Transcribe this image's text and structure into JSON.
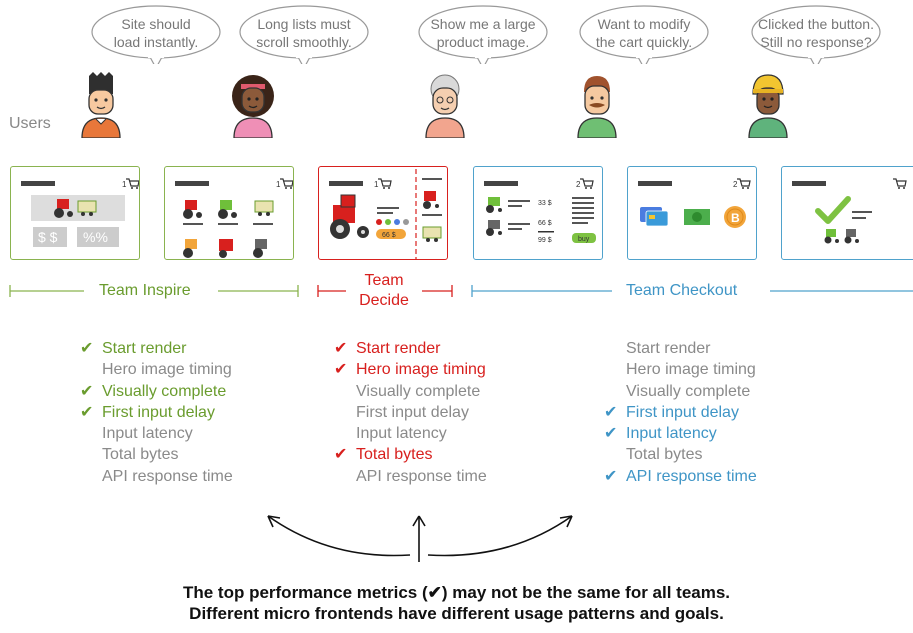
{
  "users_label": "Users",
  "bubbles": [
    {
      "line1": "Site should",
      "line2": "load instantly."
    },
    {
      "line1": "Long lists must",
      "line2": "scroll smoothly."
    },
    {
      "line1": "Show me a large",
      "line2": "product image."
    },
    {
      "line1": "Want to modify",
      "line2": "the cart quickly."
    },
    {
      "line1": "Clicked the button.",
      "line2": "Still no response?"
    }
  ],
  "avatars": [
    "user-1-avatar",
    "user-2-avatar",
    "user-3-avatar",
    "user-4-avatar",
    "user-5-avatar"
  ],
  "screens": {
    "s1": {
      "cart_count": "1",
      "dollar": "$ $",
      "percent": "%%"
    },
    "s2": {
      "cart_count": "1"
    },
    "s3": {
      "cart_count": "1",
      "price": "66 $"
    },
    "s4": {
      "cart_count": "2",
      "p1": "33 $",
      "p2": "66 $",
      "total": "99 $",
      "buy": "buy"
    },
    "s5": {
      "cart_count": "2"
    },
    "s6": {
      "cart_count": ""
    }
  },
  "teams": {
    "inspire": {
      "name": "Team Inspire",
      "color": "#6a9c2e"
    },
    "decide": {
      "line1": "Team",
      "line2": "Decide",
      "color": "#d8201e"
    },
    "checkout": {
      "name": "Team Checkout",
      "color": "#3f95c6"
    }
  },
  "metrics": {
    "inspire": [
      {
        "label": "Start render",
        "check": "✔"
      },
      {
        "label": "Hero image timing",
        "check": ""
      },
      {
        "label": "Visually complete",
        "check": "✔"
      },
      {
        "label": "First input delay",
        "check": "✔"
      },
      {
        "label": "Input latency",
        "check": ""
      },
      {
        "label": "Total bytes",
        "check": ""
      },
      {
        "label": "API response time",
        "check": ""
      }
    ],
    "decide": [
      {
        "label": "Start render",
        "check": "✔"
      },
      {
        "label": "Hero image timing",
        "check": "✔"
      },
      {
        "label": "Visually complete",
        "check": ""
      },
      {
        "label": "First input delay",
        "check": ""
      },
      {
        "label": "Input latency",
        "check": ""
      },
      {
        "label": "Total bytes",
        "check": "✔"
      },
      {
        "label": "API response time",
        "check": ""
      }
    ],
    "checkout": [
      {
        "label": "Start render",
        "check": ""
      },
      {
        "label": "Hero image timing",
        "check": ""
      },
      {
        "label": "Visually complete",
        "check": ""
      },
      {
        "label": "First input delay",
        "check": "✔"
      },
      {
        "label": "Input latency",
        "check": "✔"
      },
      {
        "label": "Total bytes",
        "check": ""
      },
      {
        "label": "API response time",
        "check": "✔"
      }
    ]
  },
  "caption": {
    "line1": "The top performance metrics (✔) may not be the same for all teams.",
    "line2": "Different micro frontends have different usage patterns and goals."
  }
}
